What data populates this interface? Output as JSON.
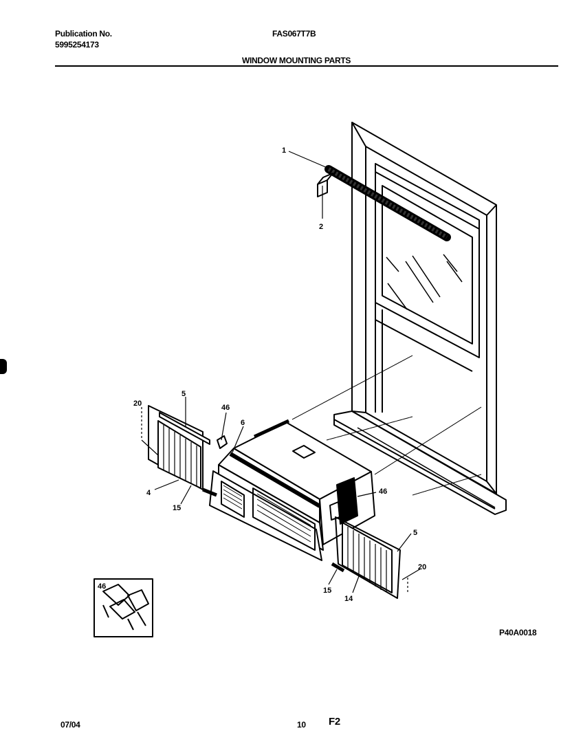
{
  "header": {
    "publication_label": "Publication No.",
    "publication_number": "5995254173",
    "model": "FAS067T7B",
    "section_title": "WINDOW MOUNTING PARTS"
  },
  "footer": {
    "date": "07/04",
    "page_number": "10",
    "page_code": "F2",
    "figure_id": "P40A0018"
  },
  "callouts": {
    "c1": "1",
    "c2": "2",
    "c5_left": "5",
    "c5_right": "5",
    "c6": "6",
    "c20_left": "20",
    "c20_right": "20",
    "c46_top": "46",
    "c46_right": "46",
    "c4": "4",
    "c15_left": "15",
    "c15_right": "15",
    "c14": "14",
    "c46_inset": "46"
  }
}
